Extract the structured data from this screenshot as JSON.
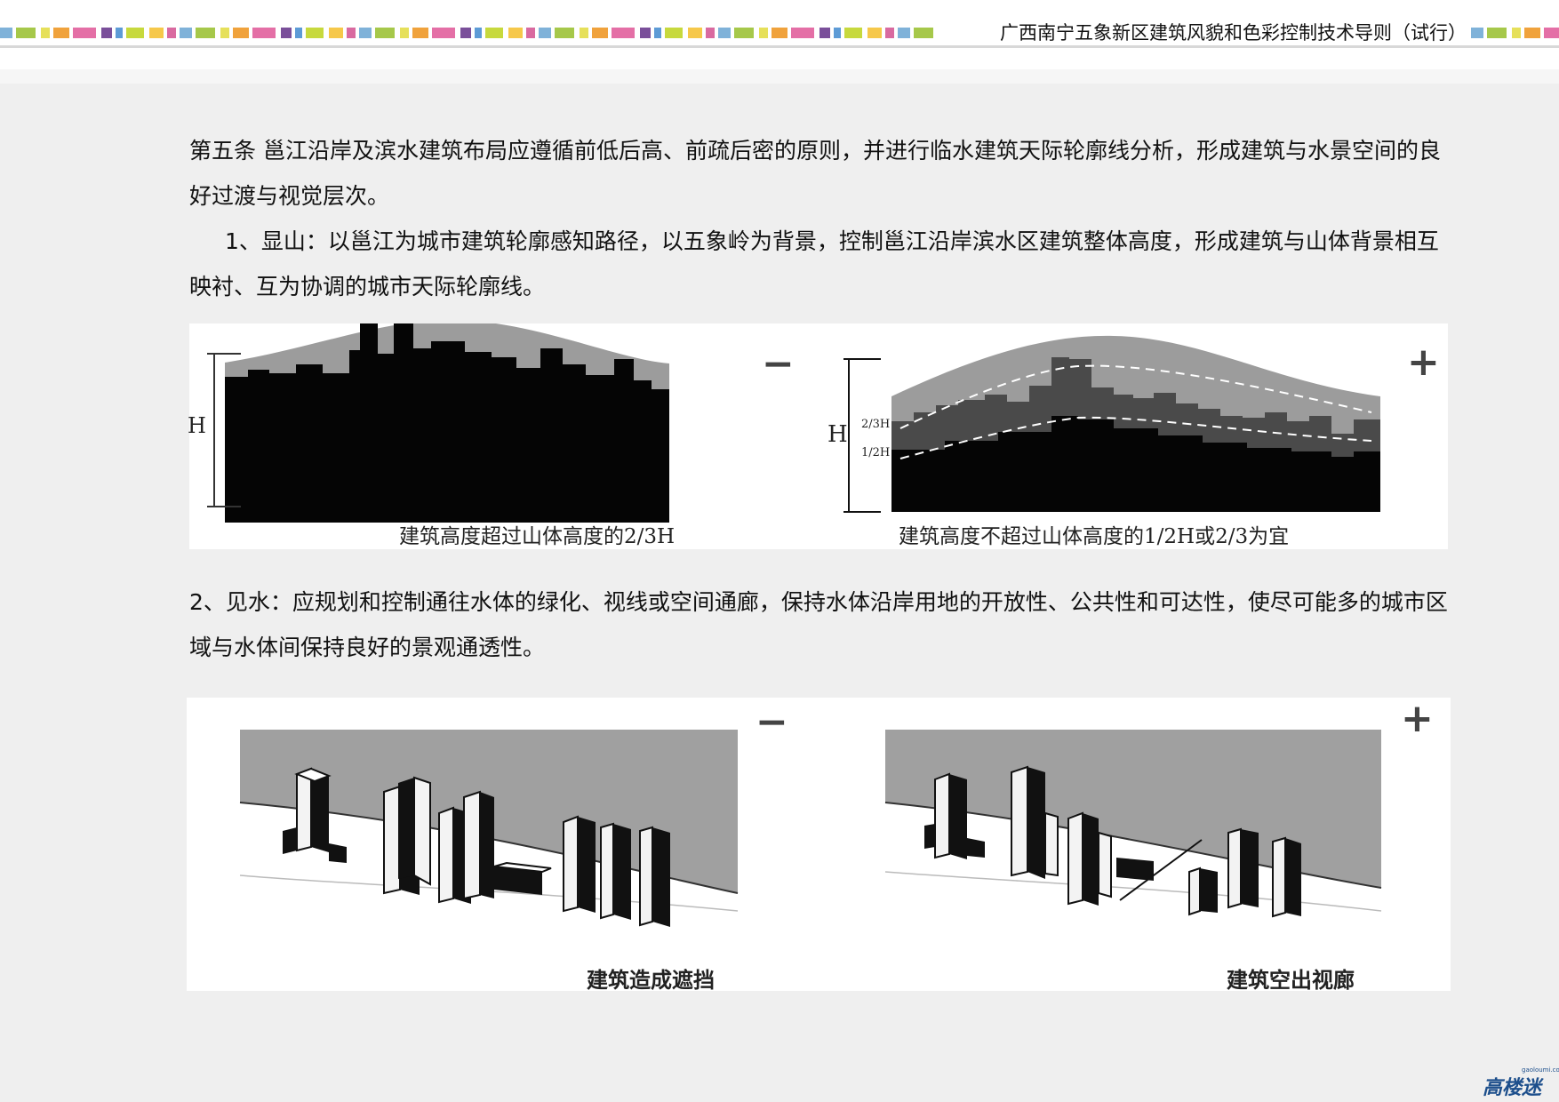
{
  "header": {
    "title": "广西南宁五象新区建筑风貌和色彩控制技术导则（试行）",
    "stripe_colors": [
      "#7fb2d9",
      "#a6c84a",
      "#e6e05a",
      "#f0a23c",
      "#e46fa6",
      "#7a4f9a",
      "#5d9bd6",
      "#c7d93d",
      "#f6c84a",
      "#d96aa0"
    ]
  },
  "body": {
    "p1": "第五条 邕江沿岸及滨水建筑布局应遵循前低后高、前疏后密的原则，并进行临水建筑天际轮廓线分析，形成建筑与水景空间的良好过渡与视觉层次。",
    "p2": "1、显山：以邕江为城市建筑轮廓感知路径，以五象岭为背景，控制邕江沿岸滨水区建筑整体高度，形成建筑与山体背景相互映衬、互为协调的城市天际轮廓线。",
    "p3": "2、见水：应规划和控制通往水体的绿化、视线或空间通廊，保持水体沿岸用地的开放性、公共性和可达性，使尽可能多的城市区域与水体间保持良好的景观通透性。"
  },
  "figure1": {
    "left": {
      "height_label": "H",
      "sign": "−",
      "caption": "建筑高度超过山体高度的2/3H"
    },
    "right": {
      "height_label": "H",
      "label_23": "2/3H",
      "label_12": "1/2H",
      "sign": "+",
      "caption": "建筑高度不超过山体高度的1/2H或2/3为宜"
    }
  },
  "figure2": {
    "left": {
      "sign": "−",
      "caption": "建筑造成遮挡"
    },
    "right": {
      "sign": "+",
      "caption": "建筑空出视廊"
    }
  },
  "logo": {
    "text": "高楼迷",
    "small": "gaoloumi.com"
  }
}
